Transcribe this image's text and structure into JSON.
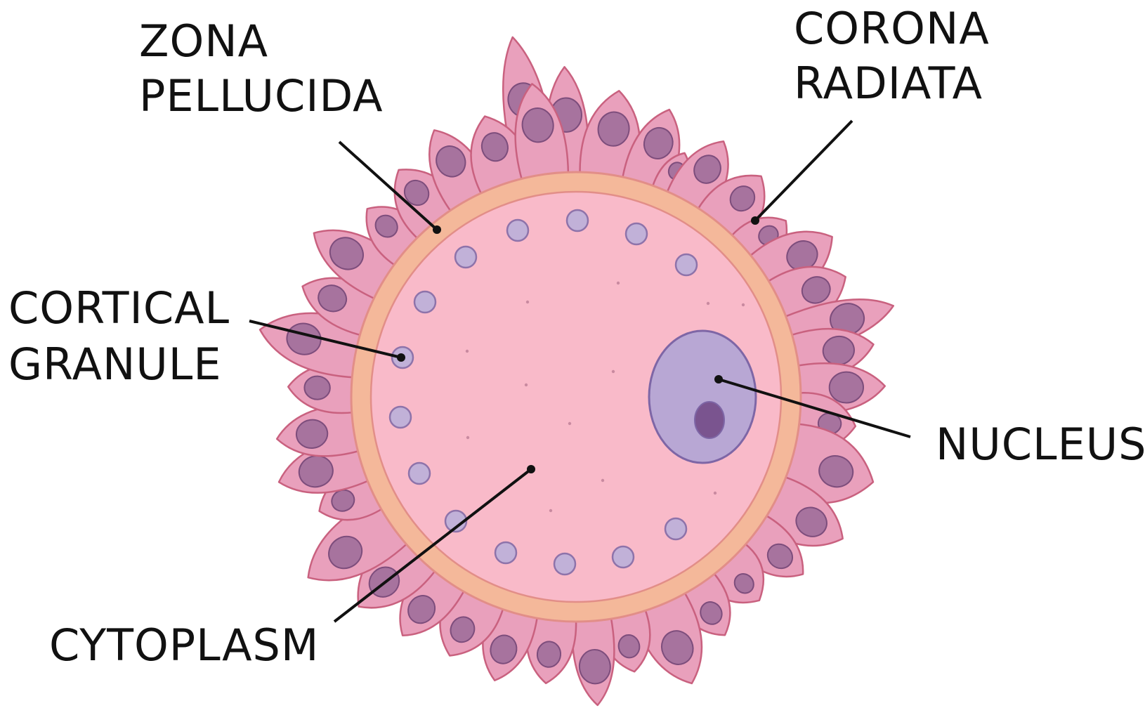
{
  "labels": {
    "zona_pellucida": [
      "ZONA",
      "PELLUCIDA"
    ],
    "corona_radiata": [
      "CORONA",
      "RADIATA"
    ],
    "cortical_granule": [
      "CORTICAL",
      "GRANULE"
    ],
    "nucleus": [
      "NUCLEUS"
    ],
    "cytoplasm": [
      "CYTOPLASM"
    ]
  },
  "colors": {
    "corona_cell_fill": "#e9a0bc",
    "corona_cell_stroke": "#c9617f",
    "corona_nucleus_fill": "#a7739e",
    "corona_nucleus_stroke": "#7d4d7c",
    "zona_fill": "#f4b89a",
    "zona_stroke": "#e28e88",
    "cytoplasm_fill": "#f9bac9",
    "granule_fill": "#c1b1d8",
    "granule_stroke": "#8e73aa",
    "nucleus_fill": "#b8a7d4",
    "nucleus_stroke": "#7e66a6",
    "nucleolus_fill": "#7a548f",
    "leader_line": "#111111"
  }
}
